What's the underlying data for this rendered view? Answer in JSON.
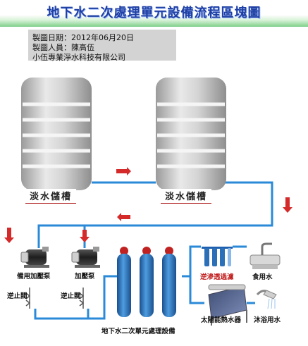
{
  "title": "地下水二次處理單元設備流程區塊圖",
  "info": {
    "date_line": "製圖日期：2012年06月20日",
    "author_line": "製圖人員：陳高伍",
    "company_line": "小伍專業淨水科技有限公司"
  },
  "tanks": [
    {
      "label": "淡水儲槽"
    },
    {
      "label": "淡水儲槽"
    }
  ],
  "pumps": [
    {
      "label": "備用加壓泵"
    },
    {
      "label": "加壓泵"
    }
  ],
  "check_valves": [
    {
      "label": "逆止閥"
    },
    {
      "label": "逆止閥"
    }
  ],
  "treatment_unit": {
    "label": "地下水二次單元處理設備"
  },
  "ro": {
    "label": "逆滲透過濾"
  },
  "sink": {
    "label": "食用水"
  },
  "solar_heater": {
    "label": "太陽能熱水器"
  },
  "shower": {
    "label": "沐浴用水"
  },
  "colors": {
    "pipe": "#2a8ad8",
    "arrow": "#d42a2a",
    "filter_tank": "#2a6fb8",
    "title_text": "#1f3fa3"
  }
}
